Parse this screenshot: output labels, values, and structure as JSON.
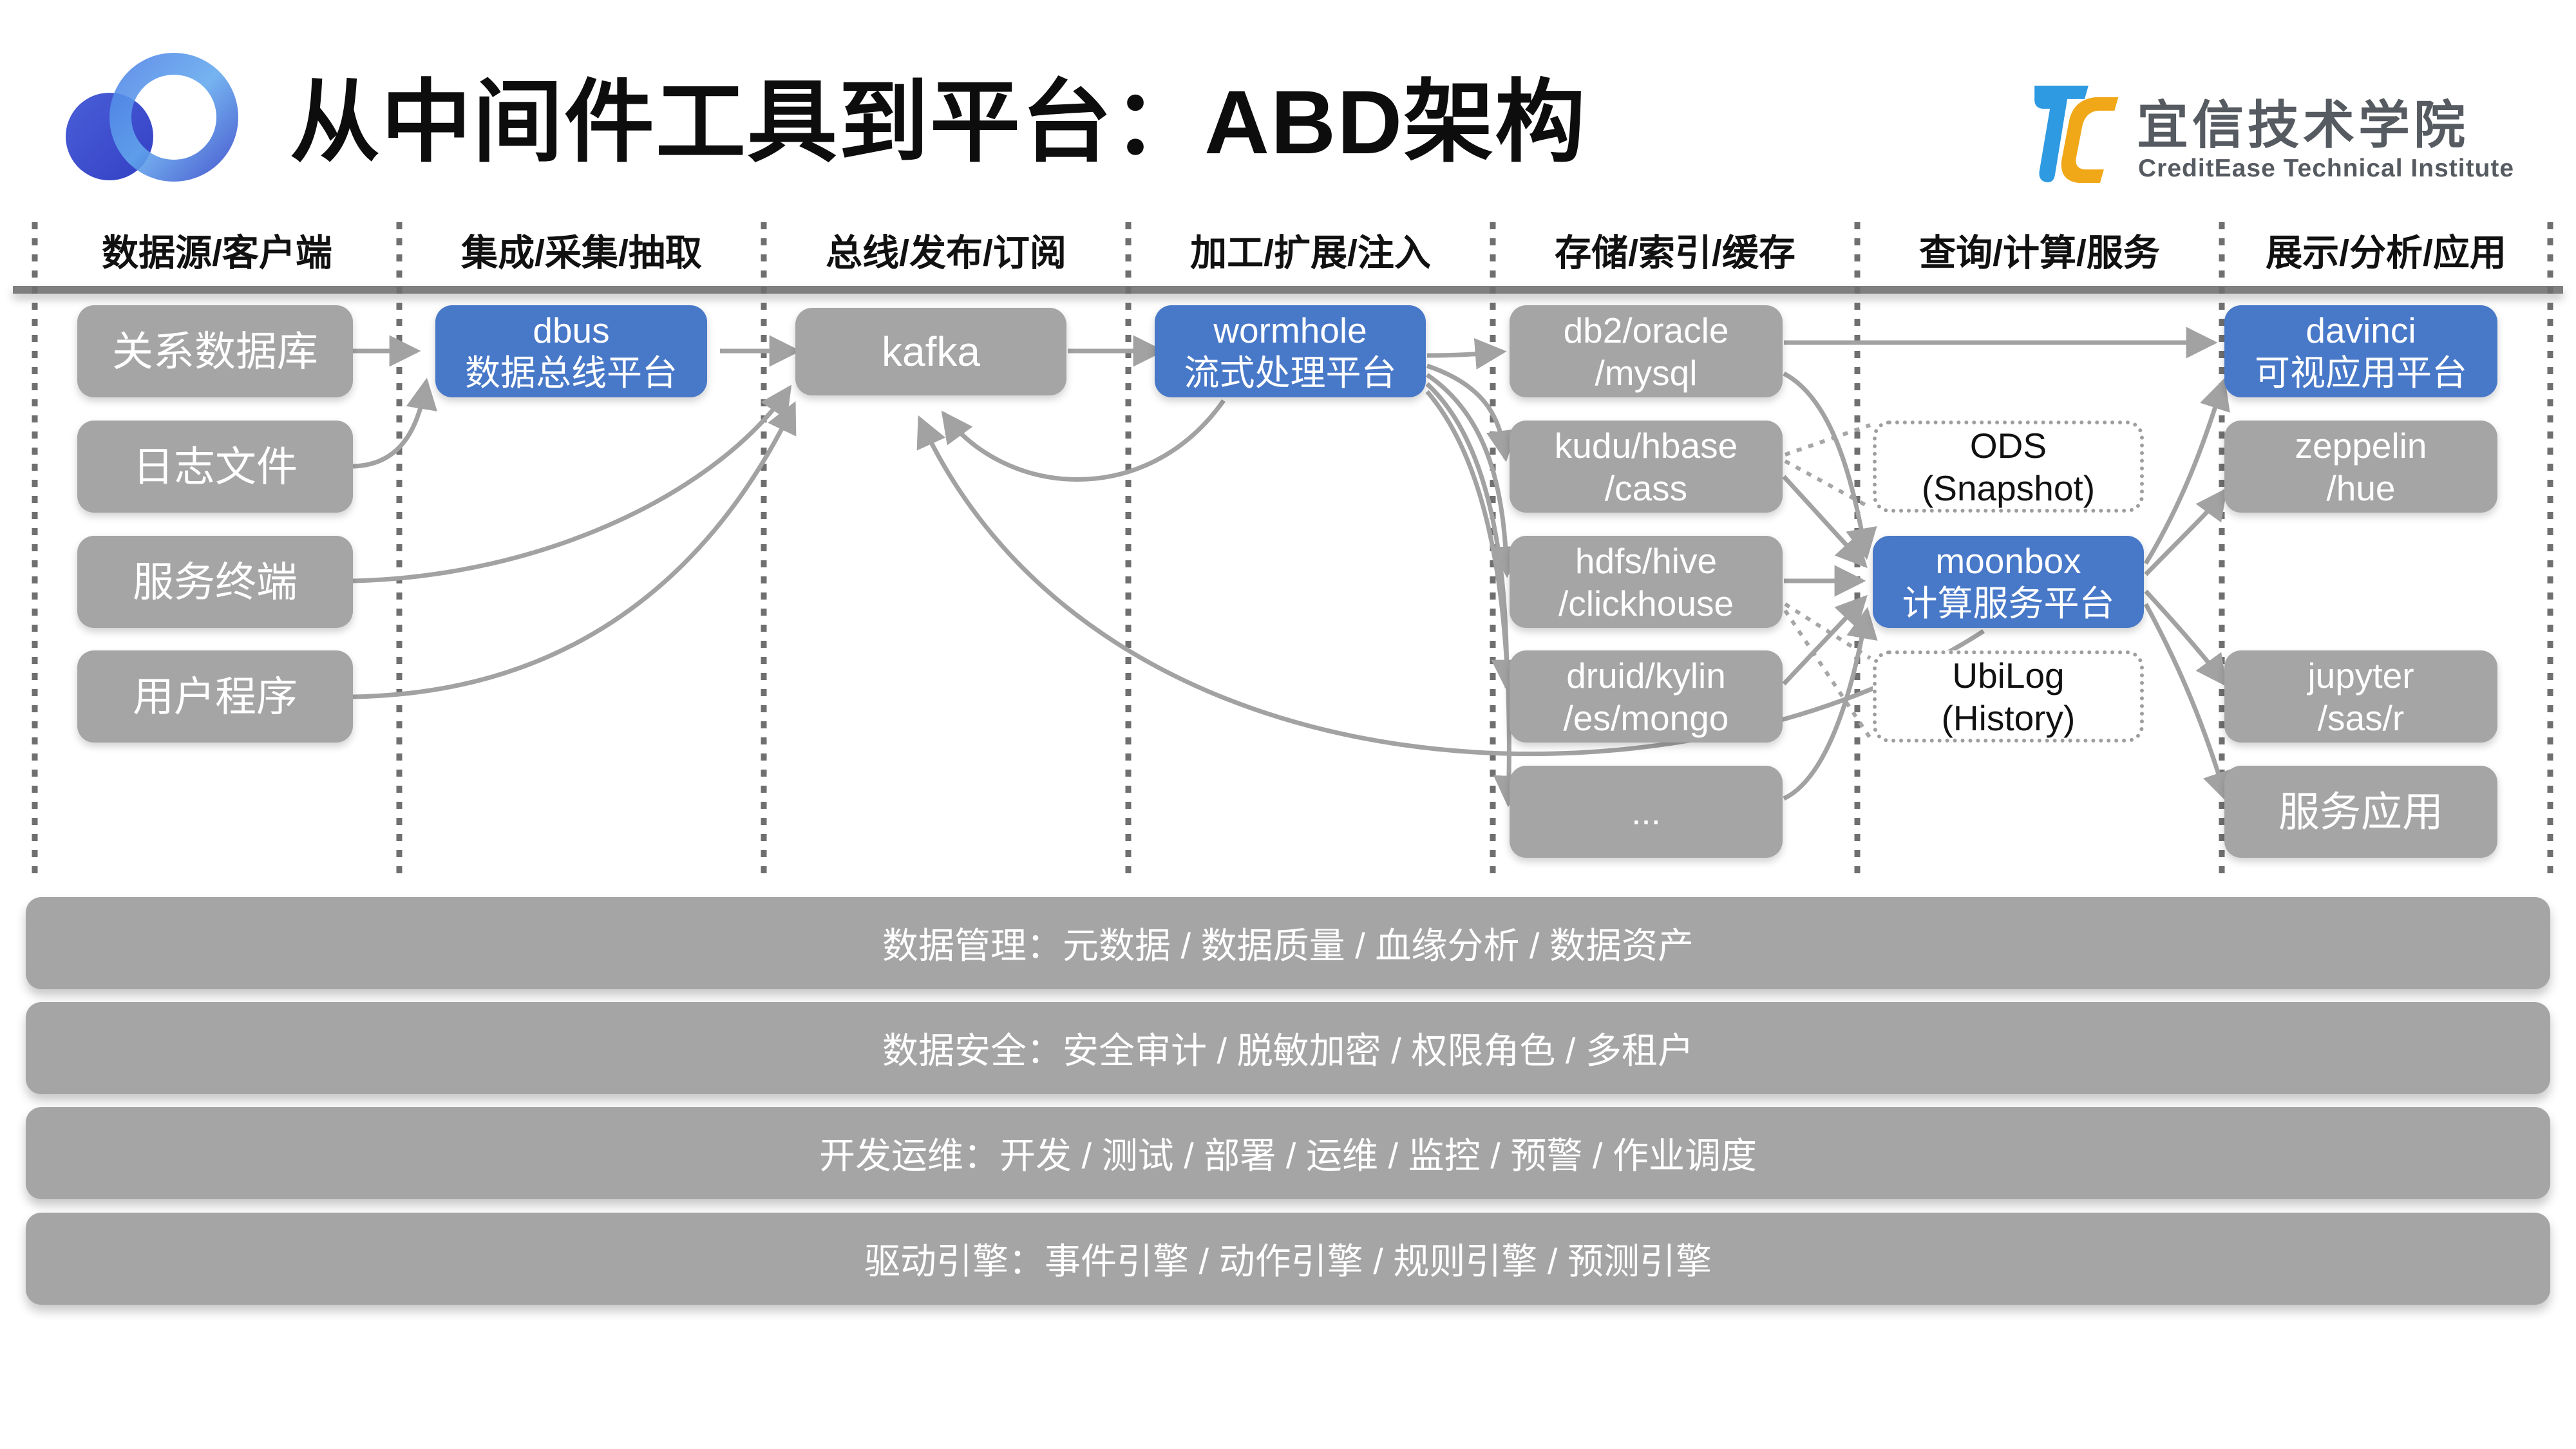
{
  "slide_title": "从中间件工具到平台：ABD架构",
  "brand": {
    "cn": "宜信技术学院",
    "en": "CreditEase Technical Institute"
  },
  "headers": [
    "数据源/客户端",
    "集成/采集/抽取",
    "总线/发布/订阅",
    "加工/扩展/注入",
    "存储/索引/缓存",
    "查询/计算/服务",
    "展示/分析/应用"
  ],
  "nodes": {
    "relational_db": "关系数据库",
    "log_files": "日志文件",
    "service_terminal": "服务终端",
    "user_program": "用户程序",
    "dbus": "dbus\n数据总线平台",
    "kafka": "kafka",
    "wormhole": "wormhole\n流式处理平台",
    "db2_oracle_mysql": "db2/oracle\n/mysql",
    "kudu_hbase_cass": "kudu/hbase\n/cass",
    "hdfs_hive_clickhouse": "hdfs/hive\n/clickhouse",
    "druid_kylin_es_mongo": "druid/kylin\n/es/mongo",
    "more": "...",
    "ods": "ODS\n(Snapshot)",
    "moonbox": "moonbox\n计算服务平台",
    "ubilog": "UbiLog\n(History)",
    "davinci": "davinci\n可视应用平台",
    "zeppelin_hue": "zeppelin\n/hue",
    "jupyter_sas_r": "jupyter\n/sas/r",
    "service_apps": "服务应用"
  },
  "bars": [
    "数据管理：元数据 / 数据质量 / 血缘分析 / 数据资产",
    "数据安全：安全审计 / 脱敏加密 / 权限角色 / 多租户",
    "开发运维：开发 / 测试 / 部署 / 运维 / 监控 / 预警 / 作业调度",
    "驱动引擎：事件引擎 / 动作引擎 / 规则引擎 / 预测引擎"
  ],
  "colors": {
    "accent_blue": "#4878c8",
    "node_gray": "#a5a5a5",
    "arrow_gray": "#a2a2a2",
    "dashed_line_gray": "#6f6f6f",
    "divider_gray": "#7f7f7f",
    "logo_blue_dark": "#3340c4",
    "logo_blue_light": "#63a9ee",
    "institute_blue": "#2e9ae2",
    "institute_yellow": "#f0a818"
  }
}
